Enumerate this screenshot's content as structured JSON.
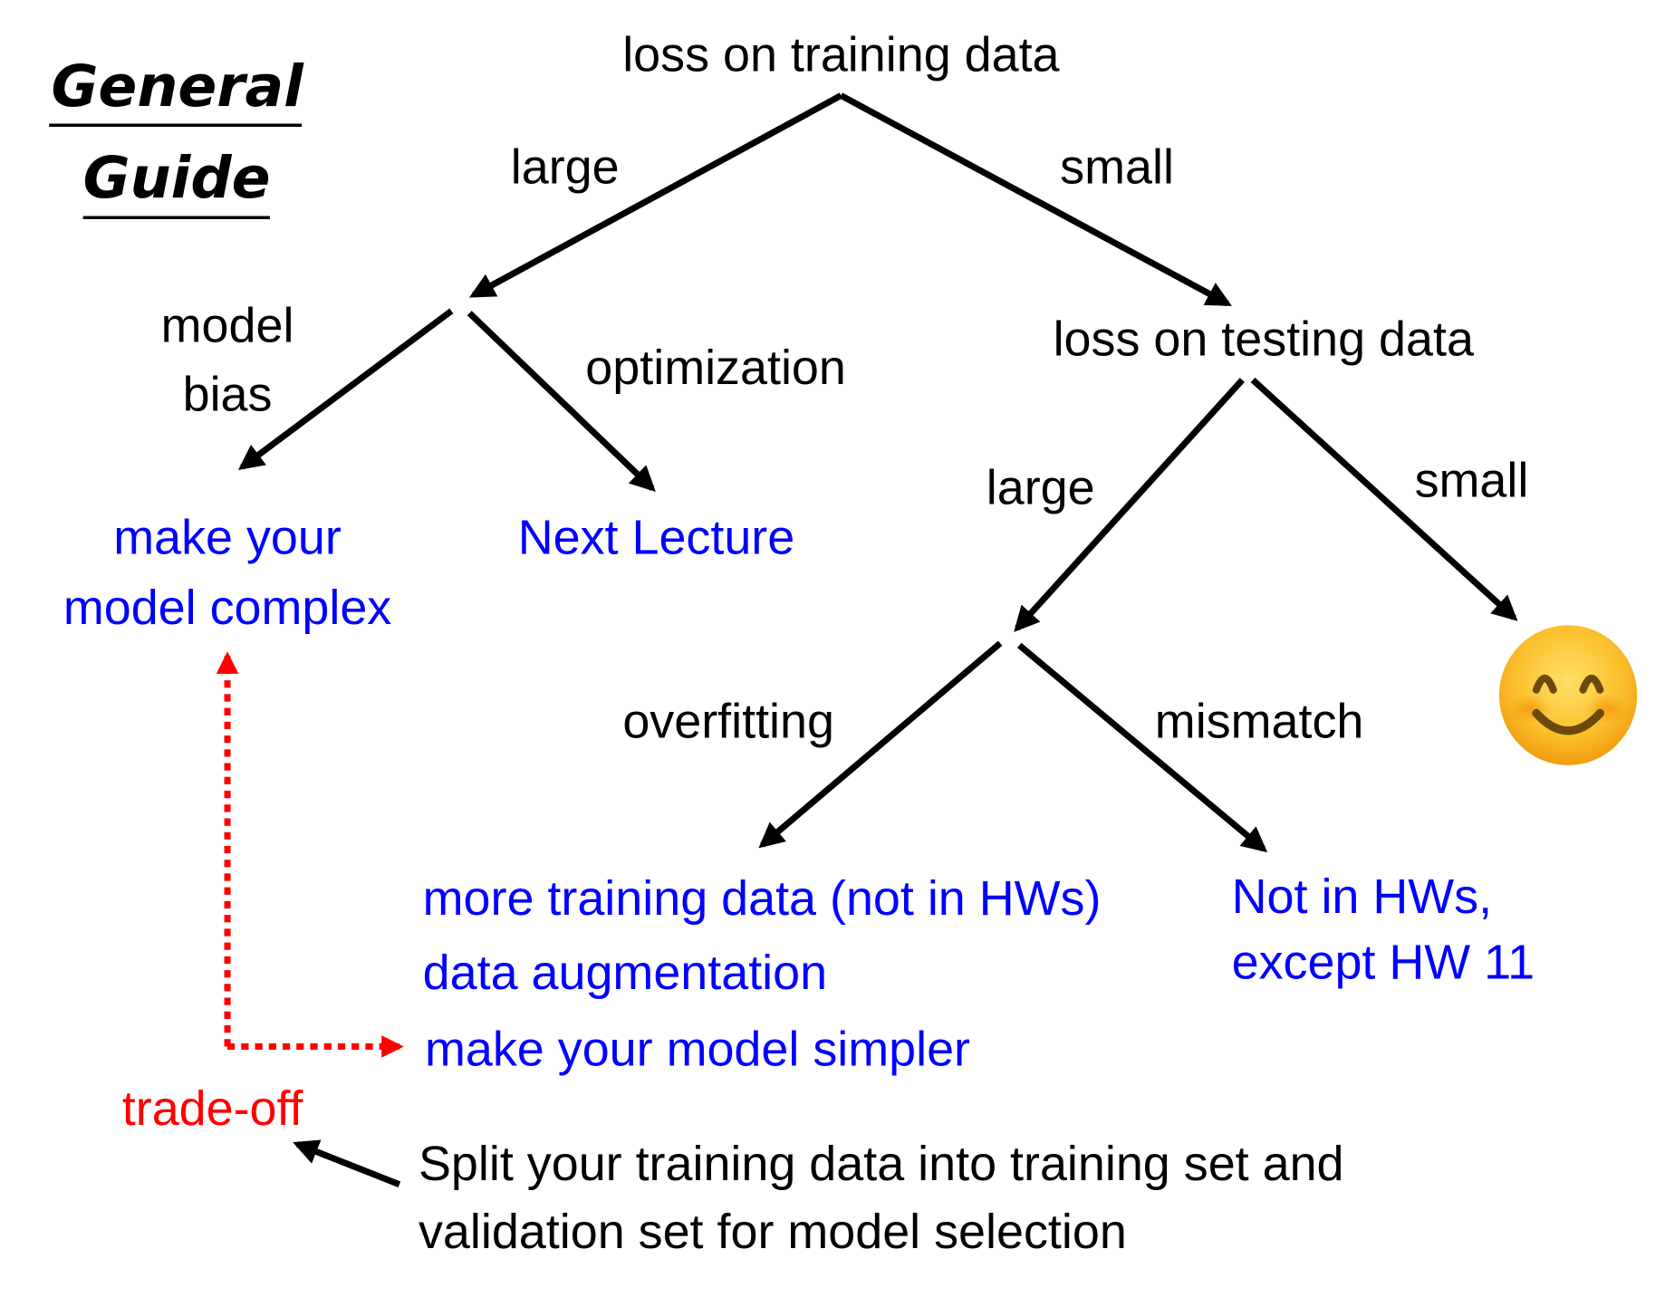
{
  "title": {
    "line1": "General",
    "line2": "Guide"
  },
  "nodes": {
    "root": "loss on training data",
    "testing": "loss on testing data",
    "make_complex_line1": "make your",
    "make_complex_line2": "model complex",
    "next_lecture": "Next Lecture",
    "overfit_fix_1": "more training data (not in HWs)",
    "overfit_fix_2": "data augmentation",
    "overfit_fix_3": "make your model simpler",
    "mismatch_fix_line1": "Not in HWs,",
    "mismatch_fix_line2": "except HW 11",
    "good_result_icon": "smiling-face-emoji"
  },
  "edge_labels": {
    "train_large": "large",
    "train_small": "small",
    "model_bias_line1": "model",
    "model_bias_line2": "bias",
    "optimization": "optimization",
    "test_large": "large",
    "test_small": "small",
    "overfitting": "overfitting",
    "mismatch": "mismatch"
  },
  "annotations": {
    "tradeoff": "trade-off",
    "split_line1": "Split your training data into training set and",
    "split_line2": "validation set for model selection"
  },
  "colors": {
    "text": "#000000",
    "solution": "#0000ff",
    "tradeoff": "#ff0000",
    "emoji": "#f9b317"
  }
}
